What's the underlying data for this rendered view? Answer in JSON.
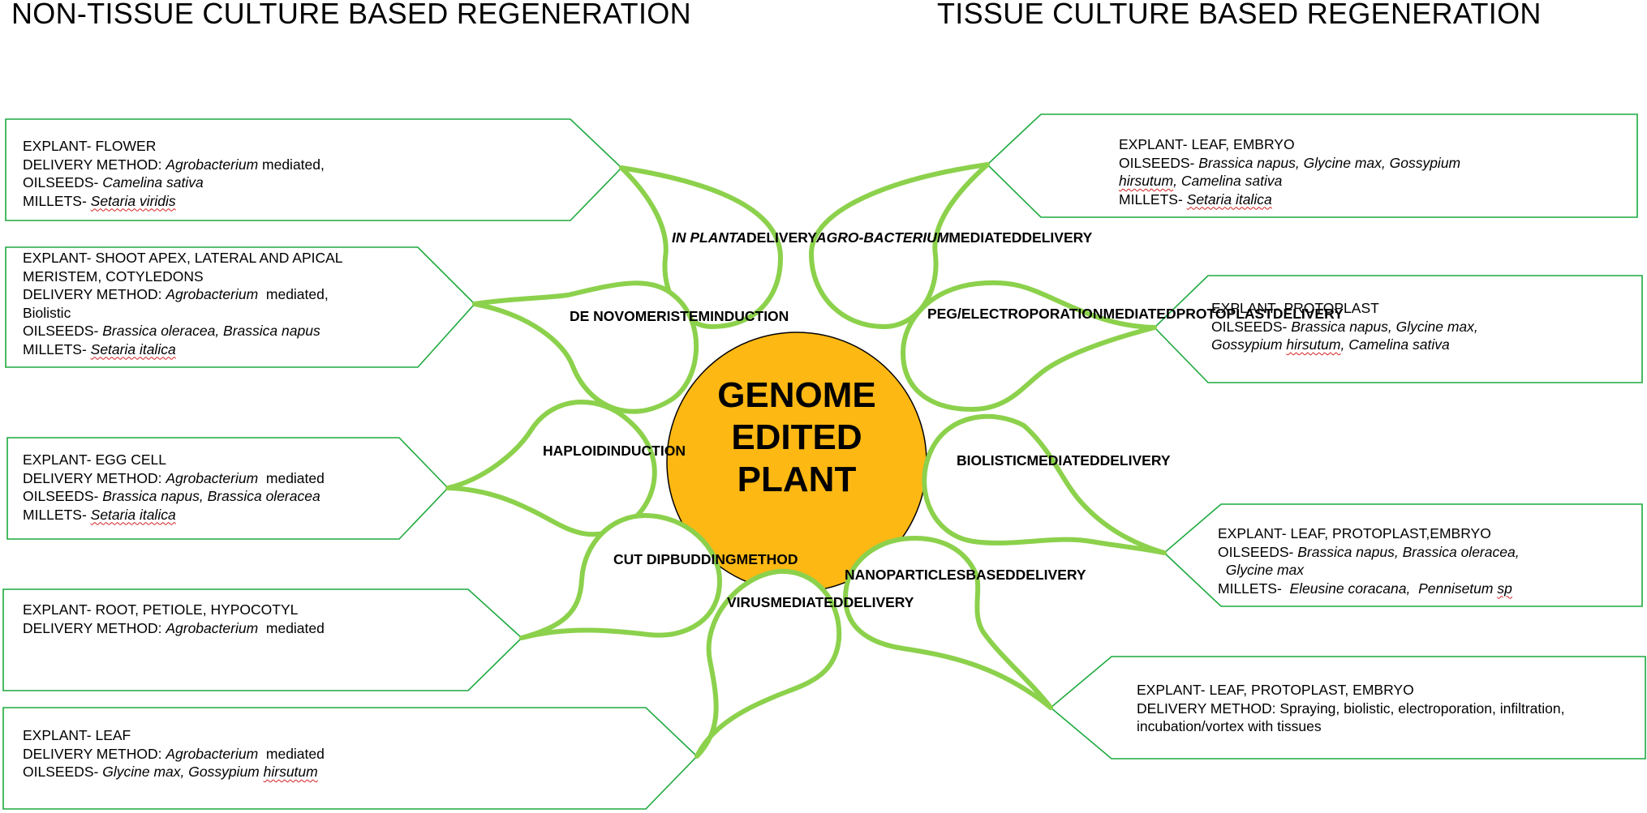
{
  "headings": {
    "left": "NON-TISSUE CULTURE BASED REGENERATION",
    "right": "TISSUE CULTURE BASED REGENERATION"
  },
  "center": {
    "lines": [
      "GENOME",
      "EDITED",
      "PLANT"
    ],
    "color": "#FDB813"
  },
  "colors": {
    "petal_stroke": "#8CD14C",
    "box_stroke": "#1DAA3E"
  },
  "petals": [
    {
      "id": "in-planta",
      "lines": [
        [
          {
            "t": "IN PLANTA",
            "i": true
          }
        ],
        [
          {
            "t": "DELIVERY"
          }
        ]
      ]
    },
    {
      "id": "de-novo",
      "lines": [
        [
          {
            "t": "DE NOVO"
          }
        ],
        [
          {
            "t": "MERISTEM"
          }
        ],
        [
          {
            "t": "INDUCTION"
          }
        ]
      ]
    },
    {
      "id": "haploid",
      "lines": [
        [
          {
            "t": "HAPLOID"
          }
        ],
        [
          {
            "t": "INDUCTION"
          }
        ]
      ]
    },
    {
      "id": "cut-dip",
      "lines": [
        [
          {
            "t": "CUT DIP"
          }
        ],
        [
          {
            "t": "BUDDING"
          }
        ],
        [
          {
            "t": "METHOD"
          }
        ]
      ]
    },
    {
      "id": "virus",
      "lines": [
        [
          {
            "t": "VIRUS"
          }
        ],
        [
          {
            "t": "MEDIATED"
          }
        ],
        [
          {
            "t": "DELIVERY"
          }
        ]
      ]
    },
    {
      "id": "agrobacterium",
      "lines": [
        [
          {
            "t": "AGRO-",
            "i": true
          }
        ],
        [
          {
            "t": "BACTERIUM",
            "i": true
          }
        ],
        [
          {
            "t": "MEDIATED"
          }
        ],
        [
          {
            "t": "DELIVERY"
          }
        ]
      ]
    },
    {
      "id": "peg",
      "lines": [
        [
          {
            "t": "PEG/"
          }
        ],
        [
          {
            "t": "ELECTROPORATION"
          }
        ],
        [
          {
            "t": "MEDIATED"
          }
        ],
        [
          {
            "t": "PROTOPLAST"
          }
        ],
        [
          {
            "t": "DELIVERY"
          }
        ]
      ]
    },
    {
      "id": "biolistic",
      "lines": [
        [
          {
            "t": "BIOLISTIC"
          }
        ],
        [
          {
            "t": "MEDIATED"
          }
        ],
        [
          {
            "t": "DELIVERY"
          }
        ]
      ]
    },
    {
      "id": "nanoparticles",
      "lines": [
        [
          {
            "t": "NANOPARTICLES"
          }
        ],
        [
          {
            "t": "BASED"
          }
        ],
        [
          {
            "t": "DELIVERY"
          }
        ]
      ]
    }
  ],
  "boxes": [
    {
      "id": "in-planta",
      "lines": [
        [
          {
            "t": "EXPLANT- FLOWER"
          }
        ],
        [
          {
            "t": "DELIVERY METHOD: "
          },
          {
            "t": "Agrobacterium",
            "i": true
          },
          {
            "t": " mediated,"
          }
        ],
        [
          {
            "t": "OILSEEDS- "
          },
          {
            "t": "Camelina sativa",
            "i": true
          }
        ],
        [
          {
            "t": "MILLETS- "
          },
          {
            "t": "Setaria viridis",
            "i": true,
            "w": true
          }
        ]
      ]
    },
    {
      "id": "de-novo",
      "lines": [
        [
          {
            "t": "EXPLANT- SHOOT APEX, LATERAL AND APICAL"
          }
        ],
        [
          {
            "t": "MERISTEM, COTYLEDONS"
          }
        ],
        [
          {
            "t": "DELIVERY METHOD: "
          },
          {
            "t": "Agrobacterium",
            "i": true
          },
          {
            "t": "  mediated,"
          }
        ],
        [
          {
            "t": "Biolistic"
          }
        ],
        [
          {
            "t": "OILSEEDS- "
          },
          {
            "t": "Brassica oleracea, Brassica napus",
            "i": true
          }
        ],
        [
          {
            "t": "MILLETS- "
          },
          {
            "t": "Setaria italica",
            "i": true,
            "w": true
          }
        ]
      ]
    },
    {
      "id": "haploid",
      "lines": [
        [
          {
            "t": "EXPLANT- EGG CELL"
          }
        ],
        [
          {
            "t": "DELIVERY METHOD: "
          },
          {
            "t": "Agrobacterium",
            "i": true
          },
          {
            "t": "  mediated"
          }
        ],
        [
          {
            "t": "OILSEEDS- "
          },
          {
            "t": "Brassica napus, Brassica oleracea",
            "i": true
          }
        ],
        [
          {
            "t": "MILLETS- "
          },
          {
            "t": "Setaria italica",
            "i": true,
            "w": true
          }
        ]
      ]
    },
    {
      "id": "cut-dip",
      "lines": [
        [
          {
            "t": "EXPLANT- ROOT, PETIOLE, HYPOCOTYL"
          }
        ],
        [
          {
            "t": "DELIVERY METHOD: "
          },
          {
            "t": "Agrobacterium",
            "i": true
          },
          {
            "t": "  mediated"
          }
        ]
      ]
    },
    {
      "id": "virus",
      "lines": [
        [
          {
            "t": "EXPLANT- LEAF"
          }
        ],
        [
          {
            "t": "DELIVERY METHOD: "
          },
          {
            "t": "Agrobacterium",
            "i": true
          },
          {
            "t": "  mediated"
          }
        ],
        [
          {
            "t": "OILSEEDS- "
          },
          {
            "t": "Glycine max, Gossypium ",
            "i": true
          },
          {
            "t": "hirsutum",
            "i": true,
            "w": true
          }
        ]
      ]
    },
    {
      "id": "agrobacterium",
      "lines": [
        [
          {
            "t": "EXPLANT- LEAF, EMBRYO"
          }
        ],
        [
          {
            "t": "OILSEEDS- "
          },
          {
            "t": "Brassica napus, Glycine max, Gossypium",
            "i": true
          }
        ],
        [
          {
            "t": "hirsutum",
            "i": true,
            "w": true
          },
          {
            "t": ", Camelina sativa",
            "i": true
          }
        ],
        [
          {
            "t": "MILLETS- "
          },
          {
            "t": "Setaria italica",
            "i": true,
            "w": true
          }
        ]
      ]
    },
    {
      "id": "peg",
      "lines": [
        [
          {
            "t": "EXPLANT- PROTOPLAST"
          }
        ],
        [
          {
            "t": "OILSEEDS- "
          },
          {
            "t": "Brassica napus, Glycine max,",
            "i": true
          }
        ],
        [
          {
            "t": "Gossypium ",
            "i": true
          },
          {
            "t": "hirsutum",
            "i": true,
            "w": true
          },
          {
            "t": ", Camelina sativa",
            "i": true
          }
        ]
      ]
    },
    {
      "id": "biolistic",
      "lines": [
        [
          {
            "t": "EXPLANT- LEAF, PROTOPLAST,EMBRYO"
          }
        ],
        [
          {
            "t": "OILSEEDS- "
          },
          {
            "t": "Brassica napus, Brassica oleracea,",
            "i": true
          }
        ],
        [
          {
            "t": "  Glycine max",
            "i": true
          }
        ],
        [
          {
            "t": "MILLETS-  "
          },
          {
            "t": "Eleusine coracana,  Pennisetum ",
            "i": true
          },
          {
            "t": "sp",
            "i": true,
            "w": true
          }
        ]
      ]
    },
    {
      "id": "nanoparticles",
      "lines": [
        [
          {
            "t": "EXPLANT- LEAF, PROTOPLAST, EMBRYO"
          }
        ],
        [
          {
            "t": "DELIVERY METHOD: Spraying, biolistic, electroporation, infiltration,"
          }
        ],
        [
          {
            "t": "incubation/vortex with tissues"
          }
        ]
      ]
    }
  ]
}
